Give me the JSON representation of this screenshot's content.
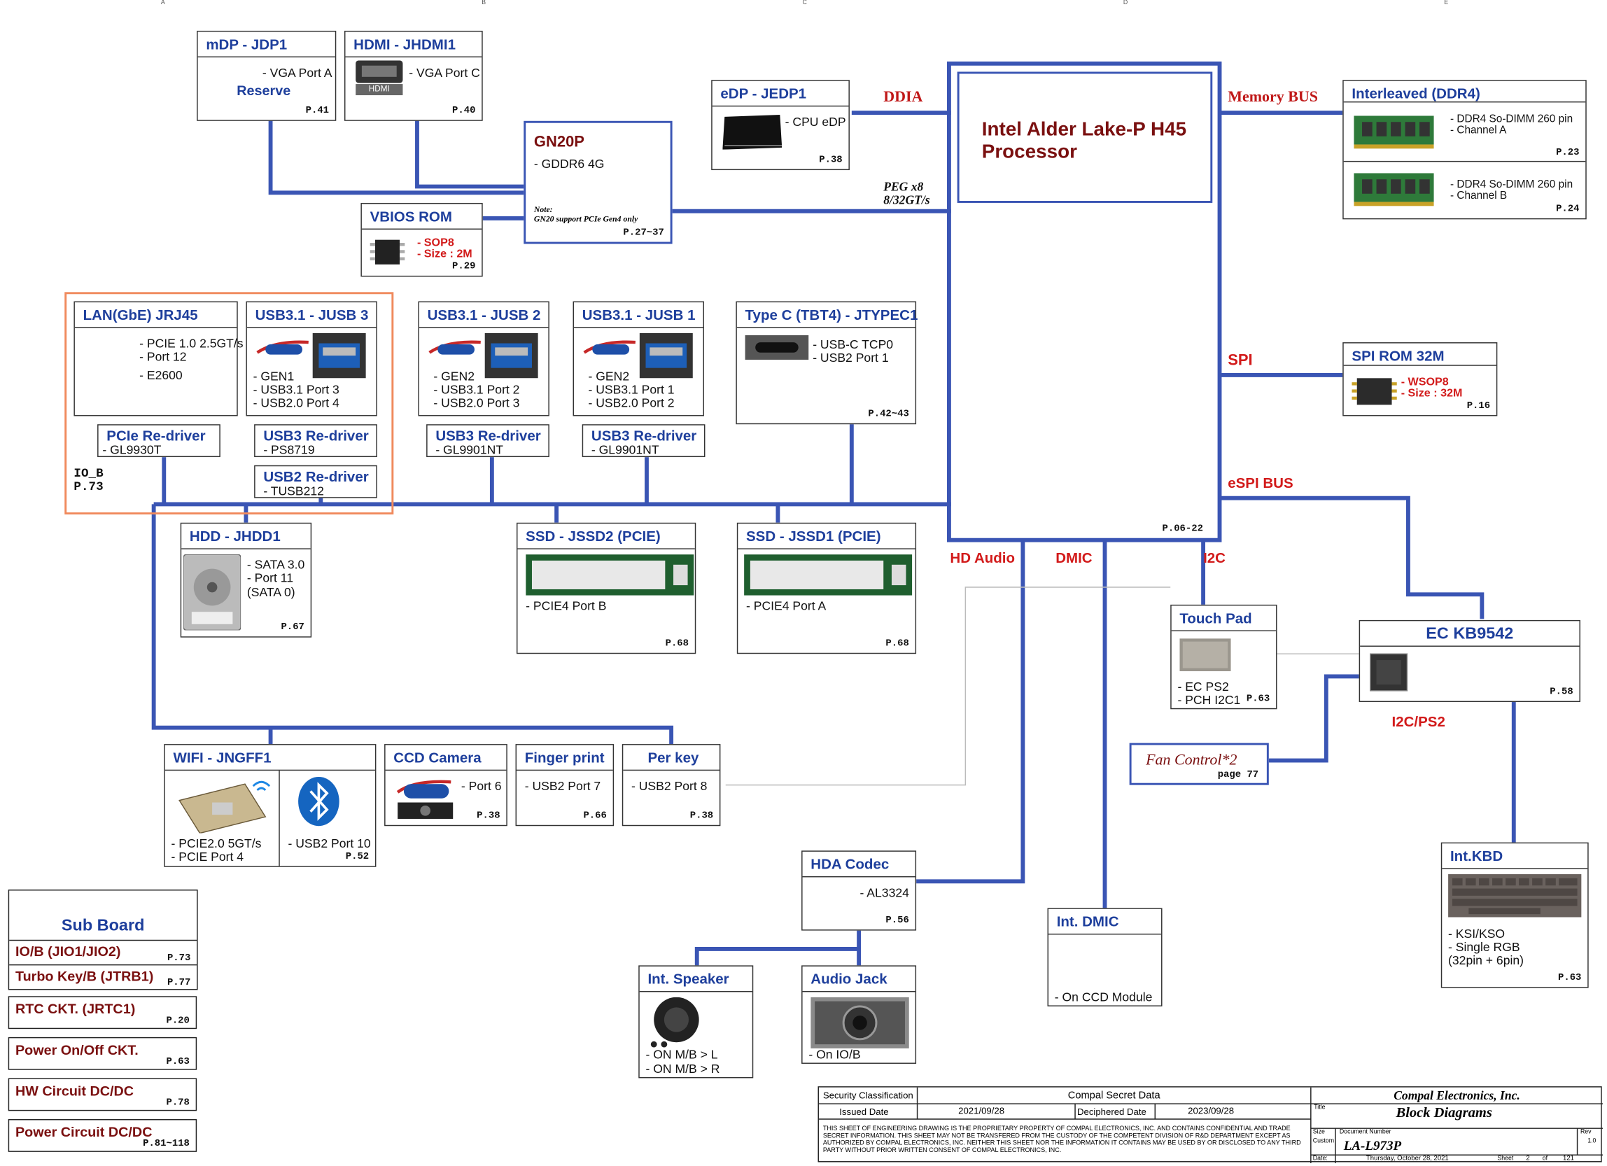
{
  "colors": {
    "wire": "#3a55b4",
    "header_text": "#1e3f9c",
    "label_red": "#d21a1a",
    "cpu_text": "#7a1010",
    "io_border": "#f08a5d"
  },
  "ruler": {
    "cols": [
      "A",
      "B",
      "C",
      "D",
      "E"
    ]
  },
  "cpu": {
    "title1": "Intel Alder Lake-P H45",
    "title2": "Processor",
    "page": "P.06-22"
  },
  "bus_labels": {
    "ddia": "DDIA",
    "memory_bus": "Memory BUS",
    "peg1": "PEG  x8",
    "peg2": "8/32GT/s",
    "spi": "SPI",
    "espi": "eSPI BUS",
    "hd_audio": "HD Audio",
    "dmic": "DMIC",
    "i2c": "I2C",
    "i2c_ps2": "I2C/PS2"
  },
  "mdp": {
    "title": "mDP - JDP1",
    "l1": "- VGA Port A",
    "reserve": "Reserve",
    "page": "P.41"
  },
  "hdmi": {
    "title": "HDMI - JHDMI1",
    "l1": "- VGA Port C",
    "logo": "HDMI",
    "page": "P.40"
  },
  "gn20p": {
    "title": "GN20P",
    "l1": "- GDDR6 4G",
    "note1": "Note:",
    "note2": "GN20 support PCIe Gen4 only",
    "page": "P.27~37"
  },
  "vbios": {
    "title": "VBIOS ROM",
    "l1": "- SOP8",
    "l2": "- Size : 2M",
    "page": "P.29"
  },
  "edp": {
    "title": "eDP - JEDP1",
    "l1": "- CPU eDP",
    "page": "P.38"
  },
  "ddr": {
    "title": "Interleaved (DDR4)",
    "a1": "- DDR4 So-DIMM 260 pin",
    "a2": "- Channel A",
    "a_page": "P.23",
    "b1": "- DDR4 So-DIMM 260 pin",
    "b2": "- Channel B",
    "b_page": "P.24"
  },
  "spirom": {
    "title": "SPI ROM 32M",
    "l1": "- WSOP8",
    "l2": "- Size : 32M",
    "page": "P.16"
  },
  "lan": {
    "title": "LAN(GbE) JRJ45",
    "l1": "- PCIE 1.0 2.5GT/s",
    "l2": "- Port 12",
    "l3": "- E2600"
  },
  "jusb3": {
    "title": "USB3.1 - JUSB 3",
    "l1": "- GEN1",
    "l2": "- USB3.1 Port 3",
    "l3": "- USB2.0 Port 4"
  },
  "jusb2": {
    "title": "USB3.1 - JUSB 2",
    "l1": "- GEN2",
    "l2": "- USB3.1 Port 2",
    "l3": "- USB2.0 Port 3"
  },
  "jusb1": {
    "title": "USB3.1 - JUSB 1",
    "l1": "- GEN2",
    "l2": "- USB3.1 Port 1",
    "l3": "- USB2.0 Port 2"
  },
  "typec": {
    "title": "Type C (TBT4) - JTYPEC1",
    "l1": "- USB-C TCP0",
    "l2": "- USB2 Port 1",
    "page": "P.42~43"
  },
  "pcie_redriver": {
    "title": "PCIe Re-driver",
    "l1": "- GL9930T"
  },
  "usb3_redriver_a": {
    "title": "USB3 Re-driver",
    "l1": "- PS8719"
  },
  "usb2_redriver": {
    "title": "USB2 Re-driver",
    "l1": "- TUSB212"
  },
  "usb3_redriver_b": {
    "title": "USB3 Re-driver",
    "l1": "- GL9901NT"
  },
  "usb3_redriver_c": {
    "title": "USB3 Re-driver",
    "l1": "- GL9901NT"
  },
  "iob": {
    "l1": "IO_B",
    "l2": "P.73"
  },
  "hdd": {
    "title": "HDD - JHDD1",
    "l1": "- SATA 3.0",
    "l2": "- Port 11",
    "l3": "(SATA 0)",
    "page": "P.67"
  },
  "ssd2": {
    "title": "SSD - JSSD2 (PCIE)",
    "l1": "- PCIE4 Port B",
    "page": "P.68"
  },
  "ssd1": {
    "title": "SSD - JSSD1 (PCIE)",
    "l1": "- PCIE4 Port A",
    "page": "P.68"
  },
  "touchpad": {
    "title": "Touch Pad",
    "l1": "- EC PS2",
    "l2": "- PCH I2C1",
    "page": "P.63"
  },
  "ec": {
    "title": "EC KB9542",
    "page": "P.58"
  },
  "fan": {
    "l1": "Fan Control*2",
    "l2": "page  77"
  },
  "wifi": {
    "title": "WIFI - JNGFF1",
    "l1": "- PCIE2.0  5GT/s",
    "l2": "- PCIE Port 4",
    "l3": "- USB2 Port 10",
    "page": "P.52"
  },
  "ccd": {
    "title": "CCD Camera",
    "l1": "- Port 6",
    "page": "P.38"
  },
  "finger": {
    "title": "Finger print",
    "l1": "- USB2 Port 7",
    "page": "P.66"
  },
  "perkey": {
    "title": "Per key",
    "l1": "- USB2 Port 8",
    "page": "P.38"
  },
  "hda": {
    "title": "HDA Codec",
    "l1": "- AL3324",
    "page": "P.56"
  },
  "dmicbox": {
    "title": "Int. DMIC",
    "l1": "- On CCD Module"
  },
  "kbd": {
    "title": "Int.KBD",
    "l1": "- KSI/KSO",
    "l2": "- Single RGB",
    "l3": "(32pin + 6pin)",
    "page": "P.63"
  },
  "speaker": {
    "title": "Int. Speaker",
    "l1": "- ON M/B > L",
    "l2": "- ON M/B > R"
  },
  "jack": {
    "title": "Audio Jack",
    "l1": "- On IO/B"
  },
  "subboard": {
    "title": "Sub Board",
    "items": [
      {
        "name": "IO/B (JIO1/JIO2)",
        "page": "P.73"
      },
      {
        "name": "Turbo Key/B (JTRB1)",
        "page": "P.77"
      }
    ]
  },
  "aux": [
    {
      "name": "RTC CKT. (JRTC1)",
      "page": "P.20"
    },
    {
      "name": "Power On/Off CKT.",
      "page": "P.63"
    },
    {
      "name": "HW Circuit DC/DC",
      "page": "P.78"
    },
    {
      "name": "Power Circuit DC/DC",
      "page": "P.81~118"
    }
  ],
  "titleblock": {
    "sec_label": "Security Classification",
    "sec_value": "Compal Secret Data",
    "issued_label": "Issued Date",
    "issued_value": "2021/09/28",
    "deciph_label": "Deciphered Date",
    "deciph_value": "2023/09/28",
    "legal": "THIS SHEET OF ENGINEERING DRAWING IS THE PROPRIETARY PROPERTY OF COMPAL ELECTRONICS, INC. AND CONTAINS CONFIDENTIAL AND TRADE SECRET INFORMATION. THIS SHEET MAY NOT BE TRANSFERED FROM THE CUSTODY OF THE COMPETENT DIVISION OF R&D DEPARTMENT EXCEPT AS AUTHORIZED BY COMPAL ELECTRONICS, INC. NEITHER THIS SHEET NOR THE INFORMATION IT CONTAINS MAY BE USED BY OR DISCLOSED TO ANY THIRD PARTY WITHOUT PRIOR WRITTEN CONSENT OF COMPAL ELECTRONICS, INC.",
    "company": "Compal Electronics, Inc.",
    "title_label": "Title",
    "title_value": "Block Diagrams",
    "size_label": "Size",
    "size_value": "Custom",
    "docnum_label": "Document Number",
    "docnum_value": "LA-L973P",
    "rev_label": "Rev",
    "rev_value": "1.0",
    "date_label": "Date:",
    "date_value": "Thursday, October 28, 2021",
    "sheet_label": "Sheet",
    "sheet_value": "2",
    "of_label": "of",
    "of_value": "121"
  }
}
